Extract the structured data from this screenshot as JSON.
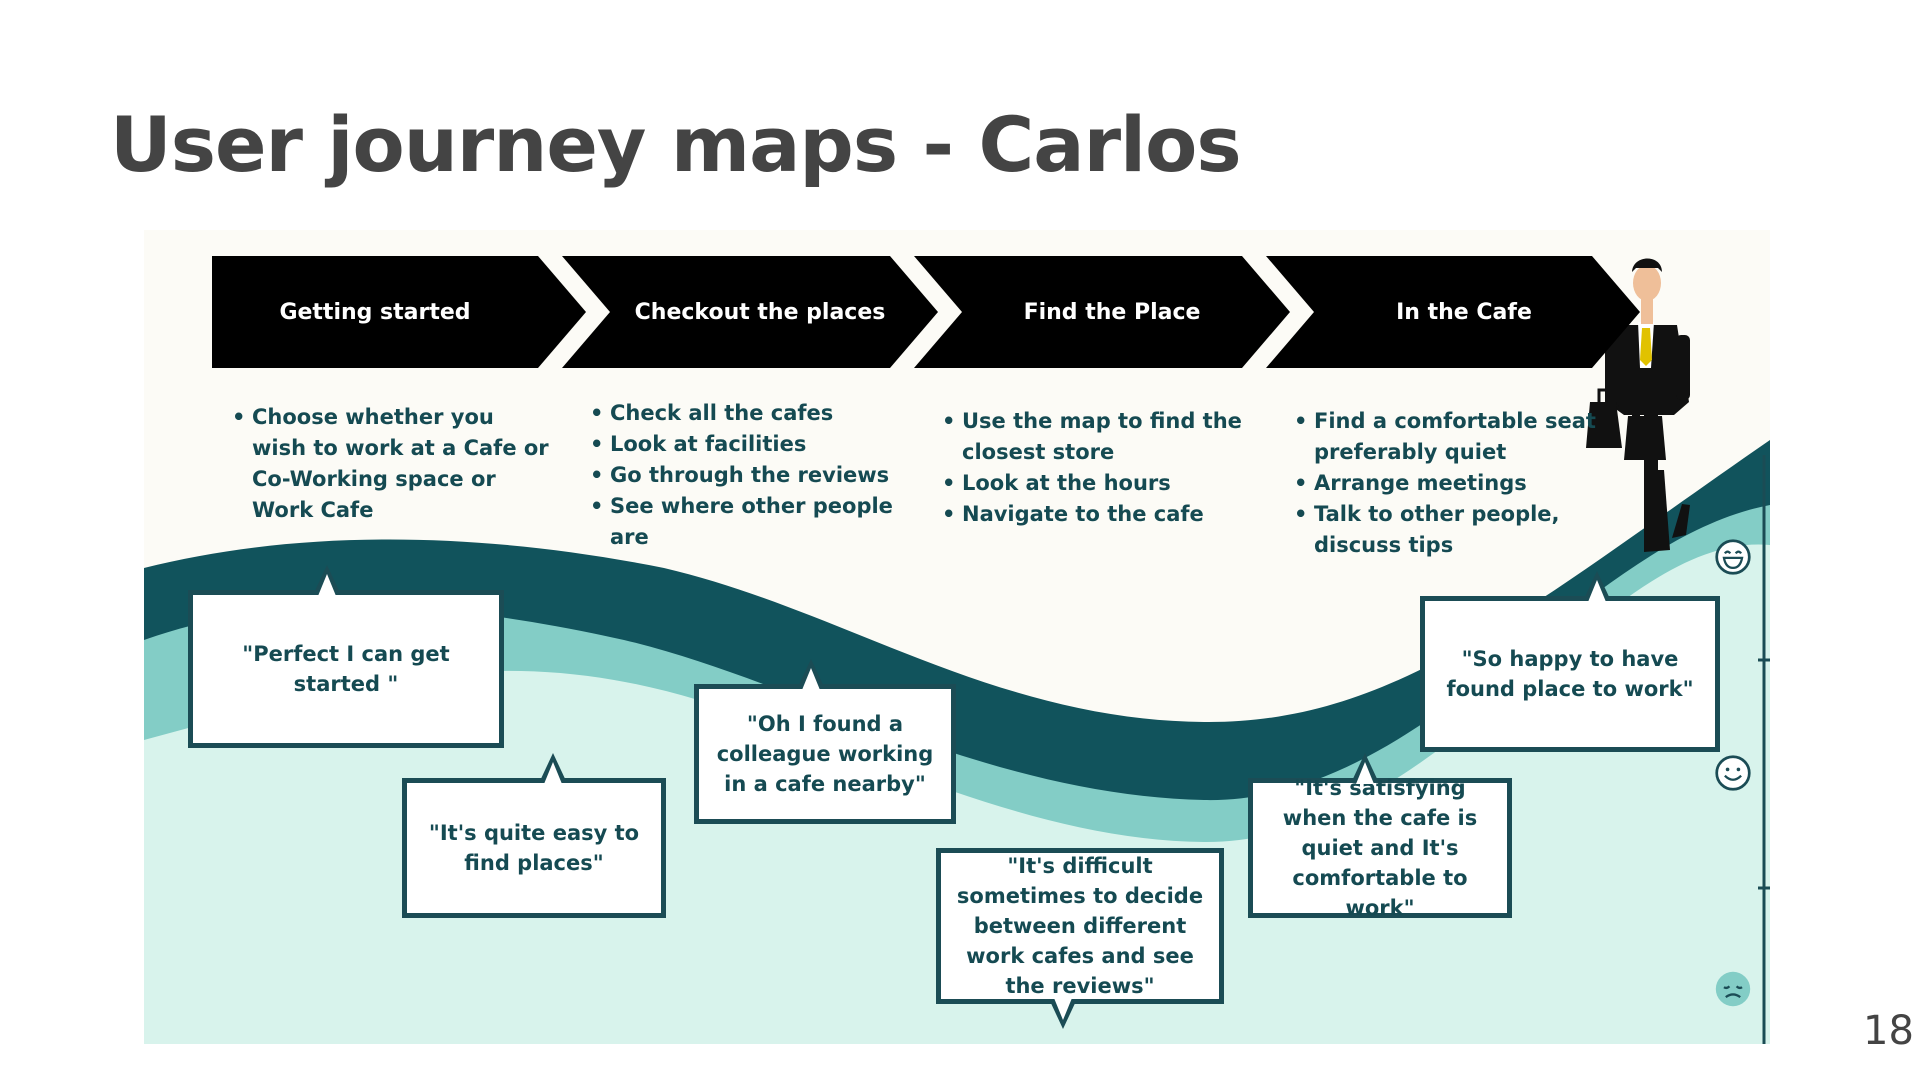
{
  "title": "User journey maps - Carlos",
  "page_number": "18",
  "stages": [
    {
      "label": "Getting started"
    },
    {
      "label": "Checkout the places"
    },
    {
      "label": "Find the Place"
    },
    {
      "label": "In the Cafe"
    }
  ],
  "actions": [
    [
      "Choose whether you wish to work at a Cafe or Co-Working space or Work Cafe"
    ],
    [
      "Check all the cafes",
      "Look at facilities",
      "Go through the reviews",
      "See where other people are"
    ],
    [
      "Use the map to find the closest store",
      "Look at the hours",
      "Navigate to the cafe"
    ],
    [
      "Find a comfortable seat preferably quiet",
      "Arrange meetings",
      "Talk to other people, discuss tips"
    ]
  ],
  "quotes": {
    "q1": "\"Perfect I can get started \"",
    "q2": "\"It's quite easy to find places\"",
    "q3": "\"Oh I  found a colleague working in a cafe nearby\"",
    "q4": "\"It's difficult sometimes to decide between different work cafes and see the reviews\"",
    "q5": "\"It's satisfying when the cafe is quiet and It's comfortable to work\"",
    "q6": "\"So happy to have found place to work\""
  },
  "emotion_scale": [
    "laughing-face-icon",
    "smiling-face-icon",
    "sad-face-icon"
  ],
  "colors": {
    "stage_bg": "#000000",
    "dark_teal": "#11535c",
    "mid_teal": "#83cdc6",
    "light_teal": "#d8f3ec",
    "text": "#154a52",
    "title": "#444444"
  }
}
